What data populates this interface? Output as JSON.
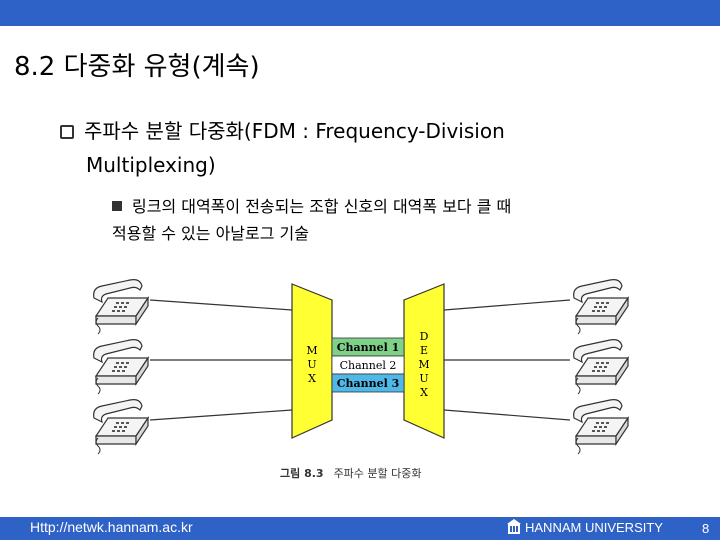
{
  "slide": {
    "title": "8.2 다중화 유형(계속)",
    "bullet1_line1": "주파수 분할 다중화(FDM : Frequency-Division",
    "bullet1_line2": "Multiplexing)",
    "bullet2_line1": "링크의 대역폭이 전송되는 조합 신호의 대역폭 보다 클 때",
    "bullet2_line2": "적용할 수 있는 아날로그 기술"
  },
  "figure": {
    "mux_label": [
      "M",
      "U",
      "X"
    ],
    "demux_label": [
      "D",
      "E",
      "M",
      "U",
      "X"
    ],
    "channels": [
      {
        "label": "Channel 1",
        "color": "#7fd18a"
      },
      {
        "label": "Channel 2",
        "color": "#ffffff"
      },
      {
        "label": "Channel 3",
        "color": "#4fb8e6"
      }
    ],
    "caption_num": "그림 8.3",
    "caption_text": "주파수 분할 다중화"
  },
  "footer": {
    "url": "Http://netwk.hannam.ac.kr",
    "university": "HANNAM UNIVERSITY",
    "page": "8"
  },
  "colors": {
    "accent": "#2f62c6",
    "mux": "#ffff33"
  }
}
